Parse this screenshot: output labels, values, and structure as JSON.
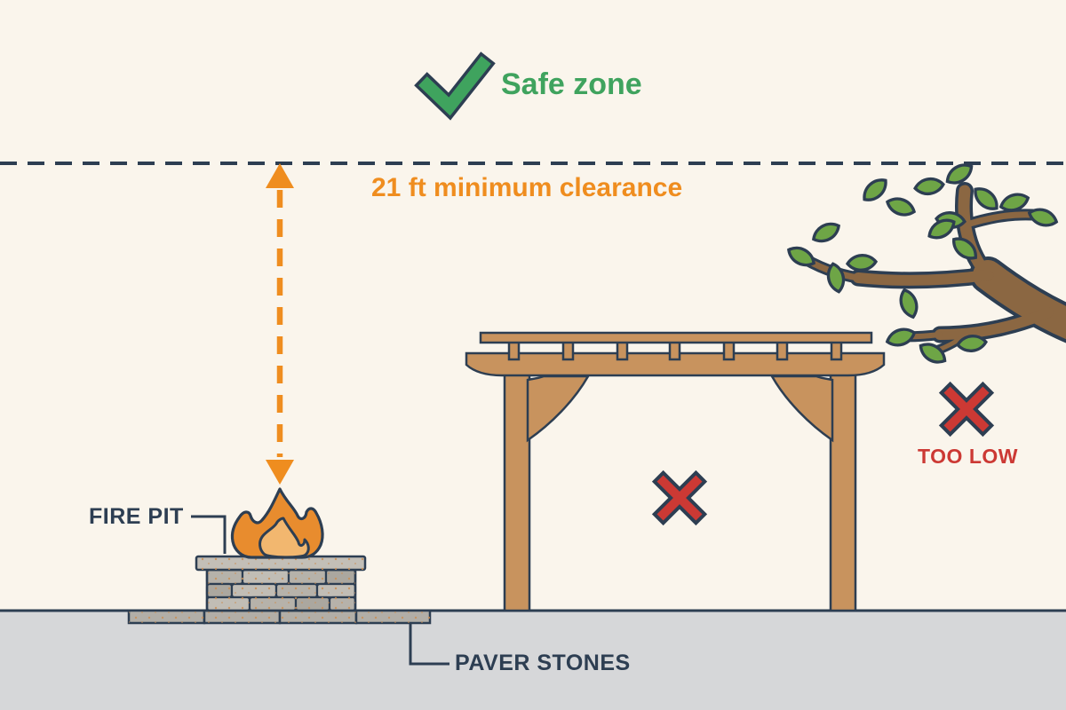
{
  "figure": {
    "type": "fire-pit-clearance-safety-infographic",
    "labels": {
      "safe_zone": "Safe zone",
      "clearance": "21 ft minimum clearance",
      "fire_pit": "FIRE PIT",
      "paver_stones": "PAVER STONES",
      "too_low": "TOO LOW"
    },
    "icons": {
      "safe": "checkmark-icon",
      "prohibited": "x-icon",
      "measurement": "double-arrow-icon"
    }
  },
  "colors": {
    "background": "#faf5ec",
    "navy": "#2d3e52",
    "green": "#3fa35e",
    "orange": "#ef8d1f",
    "red": "#cc3934",
    "wood": "#c8935e",
    "branch": "#8b6742",
    "leaf": "#6ea546",
    "stone": "#b6b2aa",
    "stone_light": "#c1bdb5",
    "stone_dark": "#aba79f",
    "cap": "#c3bfb7",
    "paver": "#b2aea7",
    "ground": "#d6d7d9",
    "flame_outer": "#e88c2e",
    "flame_inner": "#f2b76f",
    "speck": "#c98f57"
  }
}
